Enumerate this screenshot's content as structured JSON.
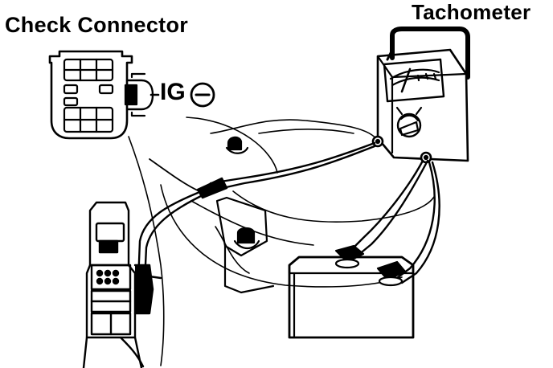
{
  "labels": {
    "check_connector": "Check Connector",
    "tachometer": "Tachometer",
    "ig_terminal": "IG",
    "ig_polarity": "−"
  },
  "colors": {
    "ink": "#000000",
    "paper": "#ffffff"
  }
}
